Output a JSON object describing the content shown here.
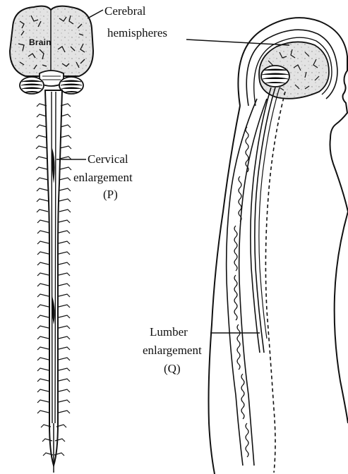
{
  "labels": {
    "brain": "Brain",
    "cerebral_line1": "Cerebral",
    "cerebral_line2": "hemispheres",
    "cervical_line1": "Cervical",
    "cervical_line2": "enlargement",
    "cervical_line3": "(P)",
    "lumbar_line1": "Lumber",
    "lumbar_line2": "enlargement",
    "lumbar_line3": "(Q)"
  },
  "colors": {
    "ink": "#111111",
    "brain_fill": "#d9d9d9",
    "background": "#ffffff"
  }
}
